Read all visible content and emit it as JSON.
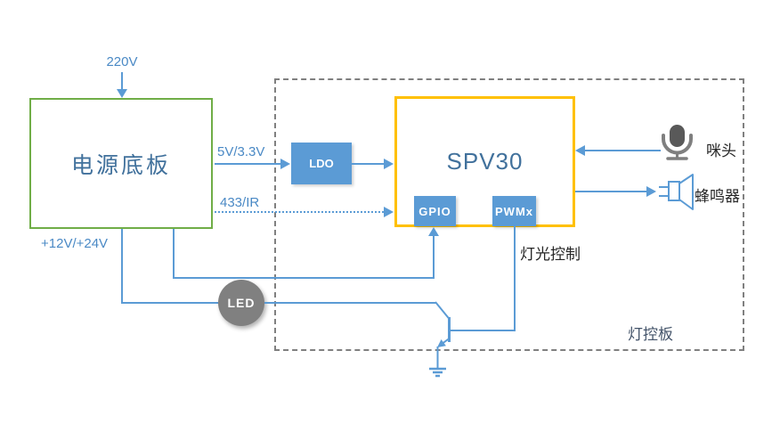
{
  "diagram": {
    "blocks": {
      "power_board": "电源底板",
      "soc": "SPV30",
      "ldo": "LDO",
      "gpio": "GPIO",
      "pwm": "PWMx",
      "led": "LED"
    },
    "labels": {
      "input_voltage": "220V",
      "power_rail": "5V/3.3V",
      "rf_ir": "433/IR",
      "aux_voltage": "+12V/+24V",
      "light_control": "灯光控制",
      "board_name": "灯控板",
      "mic": "咪头",
      "buzzer": "蜂鸣器"
    },
    "colors": {
      "line_blue": "#5B9BD5",
      "fill_blue": "#5B9BD5",
      "green_border": "#70AD47",
      "yellow_border": "#FFC000",
      "gray": "#808080",
      "label_blue": "#4A89C5",
      "title_blue": "#41719C",
      "dark_text": "#262626",
      "board_label": "#44546A",
      "mic_dark": "#595959",
      "mic_gray": "#7F7F7F"
    }
  }
}
